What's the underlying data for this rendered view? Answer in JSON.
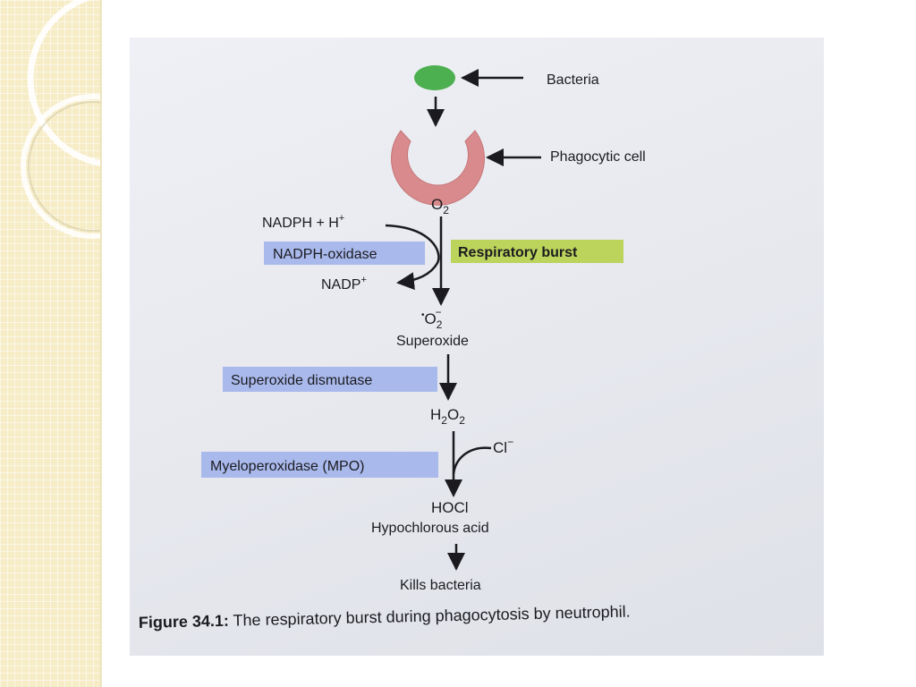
{
  "diagram": {
    "nodes": {
      "bacteria": "Bacteria",
      "phagocytic_cell": "Phagocytic cell",
      "o2_base": "O",
      "o2_sub": "2",
      "nadph": "NADPH + H",
      "nadph_sup": "+",
      "nadp": "NADP",
      "nadp_sup": "+",
      "superoxide_dot": "•",
      "superoxide_o": "O",
      "superoxide_sub": "2",
      "superoxide_sup": "−",
      "superoxide": "Superoxide",
      "h2o2_h": "H",
      "h2o2_sub1": "2",
      "h2o2_o": "O",
      "h2o2_sub2": "2",
      "chloride": "Cl",
      "chloride_sup": "−",
      "hocl": "HOCl",
      "hypochlorous_acid": "Hypochlorous acid",
      "kills_bacteria": "Kills bacteria"
    },
    "enzymes": {
      "nadph_oxidase": "NADPH-oxidase",
      "superoxide_dismutase": "Superoxide dismutase",
      "myeloperoxidase": "Myeloperoxidase (MPO)"
    },
    "process_label": "Respiratory burst",
    "caption": {
      "figure_number": "Figure 34.1:",
      "text": " The respiratory burst during phagocytosis by neutrophil."
    }
  },
  "colors": {
    "bacteria": "#4caf50",
    "phagocytic_cell": "#d98a8c",
    "enzyme_box": "#a9b9ec",
    "process_box": "#bcd35c",
    "sidebar": "#f6ecc6"
  }
}
